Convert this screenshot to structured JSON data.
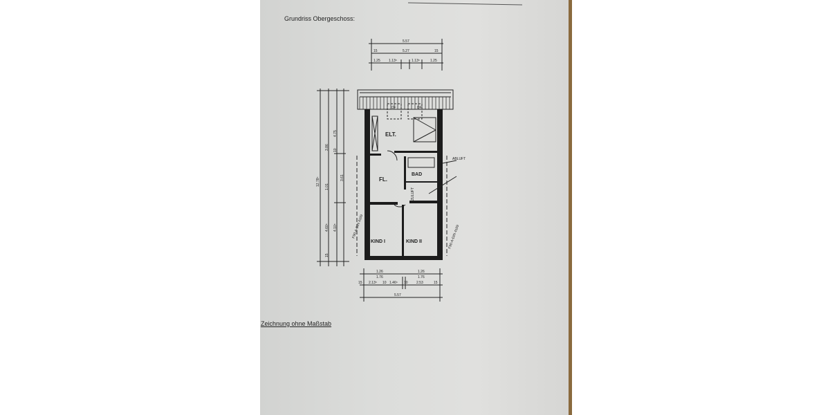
{
  "document": {
    "title": "Grundriss Obergeschoss:",
    "footer_note": "Zeichnung ohne Maßstab"
  },
  "floor_plan": {
    "rooms": {
      "parents": "ELT.",
      "hall": "FL.",
      "bath": "BAD",
      "child1": "KIND I",
      "child2": "KIND II"
    },
    "annotations": {
      "exhaust": "ABLUFT",
      "supply": "ZULUFT",
      "skylight": "DF",
      "fire_wall_left": "F90-A-DIN 4109",
      "fire_wall_right": "F90-A-DIN 4109"
    },
    "dimensions": {
      "top_total": "5.57",
      "top_inner": "5.27",
      "top_edge": "15",
      "top_segments": [
        "1.25",
        "1.13⁵",
        "1.13⁵",
        "1.25"
      ],
      "bottom_total": "5.57",
      "bottom_upper": [
        "1.26",
        "1.26"
      ],
      "bottom_mid": [
        "1.76",
        "1.76"
      ],
      "bottom_segments": [
        "15",
        "2.13⁵",
        "10",
        "1.46⁵",
        "10",
        "2.53",
        "15"
      ],
      "left_total": "12.78⁵",
      "left_parts": [
        "4.75",
        "3.86",
        "10",
        "1.01",
        "3.61",
        "4.60⁵",
        "4.10⁵",
        "15"
      ]
    }
  }
}
